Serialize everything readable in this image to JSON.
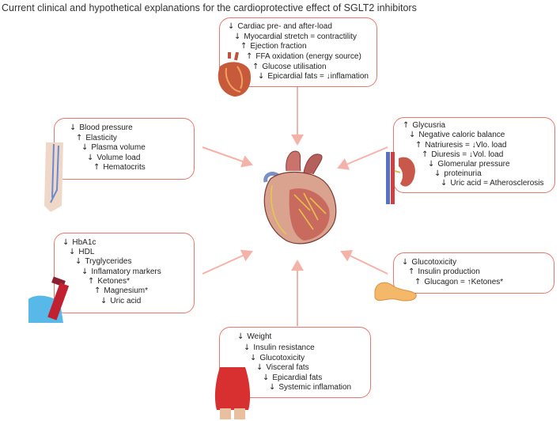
{
  "title": "Current clinical and hypothetical explanations for the cardioprotective effect of SGLT2 inhibitors",
  "colors": {
    "border": "#e8766d",
    "connector": "#f4b3a9",
    "text": "#222222"
  },
  "icons": {
    "top": "cardiac-heart-icon",
    "left_upper": "arm-veins-icon",
    "right_upper": "kidney-icon",
    "left_lower": "blood-tube-icon",
    "right_lower": "pancreas-icon",
    "bottom": "obese-body-icon",
    "center": "heart-illustration"
  },
  "boxes": {
    "top": {
      "lines": [
        {
          "arrow": "↓",
          "text": "Cardiac pre- and after-load"
        },
        {
          "arrow": "↓",
          "text": "Myocardial stretch = contractility"
        },
        {
          "arrow": "↑",
          "text": "Ejection fraction"
        },
        {
          "arrow": "↑",
          "text": "FFA oxidation (energy source)"
        },
        {
          "arrow": "↑",
          "text": "Glucose utilisation"
        },
        {
          "arrow": "↓",
          "text": "Epicardial fats = ↓inflamation"
        }
      ]
    },
    "left_upper": {
      "lines": [
        {
          "arrow": "↓",
          "text": "Blood pressure"
        },
        {
          "arrow": "↑",
          "text": "Elasticity"
        },
        {
          "arrow": "↓",
          "text": "Plasma volume"
        },
        {
          "arrow": "↓",
          "text": "Volume load"
        },
        {
          "arrow": "↑",
          "text": "Hematocrits"
        }
      ]
    },
    "right_upper": {
      "lines": [
        {
          "arrow": "↑",
          "text": "Glycusria"
        },
        {
          "arrow": "↓",
          "text": "Negative caloric balance"
        },
        {
          "arrow": "↑",
          "text": "Natriuresis = ↓Vlo. load"
        },
        {
          "arrow": "↑",
          "text": "Diuresis = ↓Vol. load"
        },
        {
          "arrow": "↓",
          "text": "Glomerular pressure"
        },
        {
          "arrow": "↓",
          "text": "proteinuria"
        },
        {
          "arrow": "↓",
          "text": "Uric acid =   Atherosclerosis"
        }
      ]
    },
    "left_lower": {
      "lines": [
        {
          "arrow": "↓",
          "text": "HbA1c"
        },
        {
          "arrow": "↓",
          "text": "HDL"
        },
        {
          "arrow": "↓",
          "text": "Tryglycerides"
        },
        {
          "arrow": "↓",
          "text": "Inflamatory markers"
        },
        {
          "arrow": "↑",
          "text": "Ketones*"
        },
        {
          "arrow": "↑",
          "text": "Magnesium*"
        },
        {
          "arrow": "↓",
          "text": "Uric acid"
        }
      ]
    },
    "right_lower": {
      "lines": [
        {
          "arrow": "↓",
          "text": "Glucotoxicity"
        },
        {
          "arrow": "↑",
          "text": "Insulin production"
        },
        {
          "arrow": "↑",
          "text": "Glucagon = ↑Ketones*"
        }
      ]
    },
    "bottom": {
      "lines": [
        {
          "arrow": "↓",
          "text": "Weight"
        },
        {
          "arrow": "↓",
          "text": "Insulin resistance"
        },
        {
          "arrow": "↓",
          "text": "Glucotoxicity"
        },
        {
          "arrow": "↓",
          "text": "Visceral fats"
        },
        {
          "arrow": "↓",
          "text": "Epicardial fats"
        },
        {
          "arrow": "↓",
          "text": "Systemic inflamation"
        }
      ]
    }
  }
}
